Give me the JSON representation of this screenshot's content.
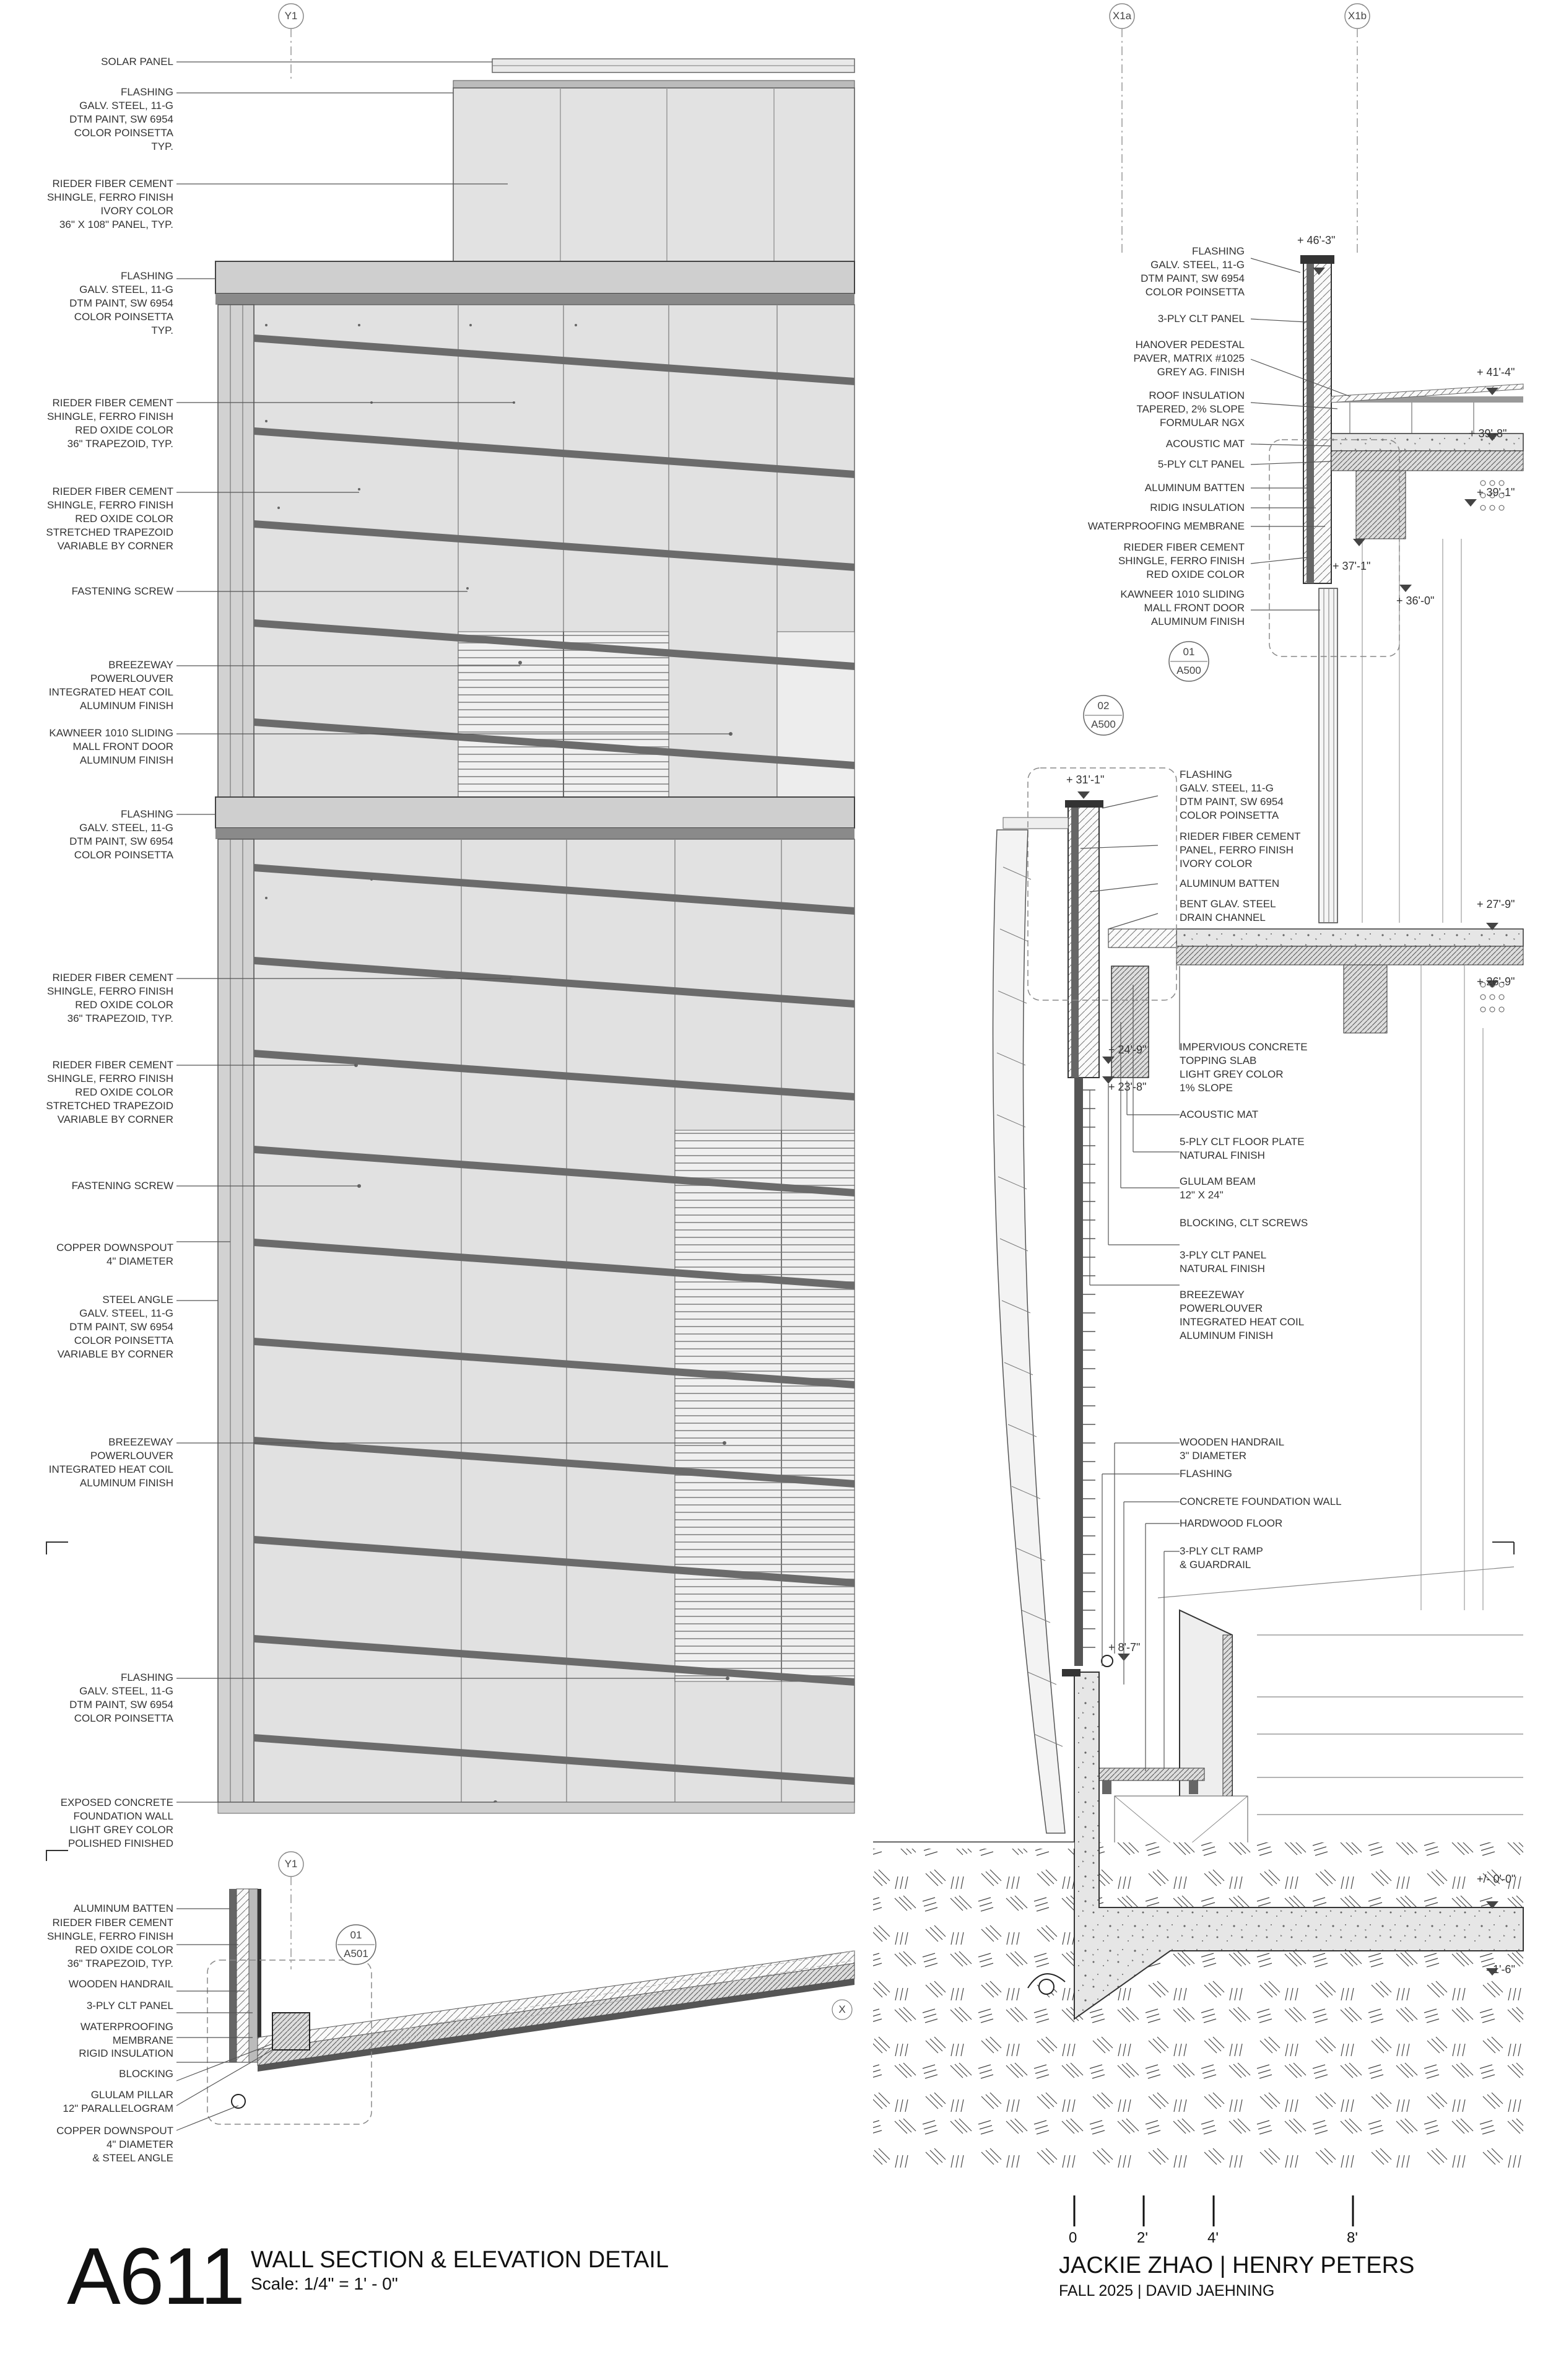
{
  "sheet": {
    "number": "A611",
    "title": "WALL SECTION & ELEVATION DETAIL",
    "scale": "Scale: 1/4\" = 1' - 0\"",
    "authors": "JACKIE ZHAO | HENRY PETERS",
    "course": "FALL 2025 | DAVID JAEHNING"
  },
  "grid_bubbles": {
    "elev_top": "Y1",
    "plan_top": "Y1",
    "section_a": "X1a",
    "section_b": "X1b"
  },
  "detail_refs": [
    {
      "num": "01",
      "sheet": "A501"
    },
    {
      "num": "01",
      "sheet": "A500"
    },
    {
      "num": "02",
      "sheet": "A500"
    }
  ],
  "plan_marker": "X",
  "left_labels": [
    [
      "SOLAR PANEL"
    ],
    [
      "FLASHING",
      "GALV. STEEL, 11-G",
      "DTM PAINT, SW 6954",
      "COLOR POINSETTA",
      "TYP."
    ],
    [
      "RIEDER FIBER CEMENT",
      "SHINGLE, FERRO FINISH",
      "IVORY COLOR",
      "36\" X 108\" PANEL, TYP."
    ],
    [
      "FLASHING",
      "GALV. STEEL, 11-G",
      "DTM PAINT, SW 6954",
      "COLOR POINSETTA",
      "TYP."
    ],
    [
      "RIEDER FIBER CEMENT",
      "SHINGLE, FERRO FINISH",
      "RED OXIDE COLOR",
      "36\" TRAPEZOID, TYP."
    ],
    [
      "RIEDER FIBER CEMENT",
      "SHINGLE, FERRO FINISH",
      "RED OXIDE COLOR",
      "STRETCHED TRAPEZOID",
      "VARIABLE BY CORNER"
    ],
    [
      "FASTENING SCREW"
    ],
    [
      "BREEZEWAY",
      "POWERLOUVER",
      "INTEGRATED HEAT COIL",
      "ALUMINUM FINISH"
    ],
    [
      "KAWNEER 1010 SLIDING",
      "MALL FRONT DOOR",
      "ALUMINUM FINISH"
    ],
    [
      "FLASHING",
      "GALV. STEEL, 11-G",
      "DTM PAINT, SW 6954",
      "COLOR POINSETTA"
    ],
    [
      "RIEDER FIBER CEMENT",
      "SHINGLE, FERRO FINISH",
      "RED OXIDE COLOR",
      "36\" TRAPEZOID, TYP."
    ],
    [
      "RIEDER FIBER CEMENT",
      "SHINGLE, FERRO FINISH",
      "RED OXIDE COLOR",
      "STRETCHED TRAPEZOID",
      "VARIABLE BY CORNER"
    ],
    [
      "FASTENING SCREW"
    ],
    [
      "COPPER DOWNSPOUT",
      "4\" DIAMETER"
    ],
    [
      "STEEL ANGLE",
      "GALV. STEEL, 11-G",
      "DTM PAINT, SW 6954",
      "COLOR POINSETTA",
      "VARIABLE BY CORNER"
    ],
    [
      "BREEZEWAY",
      "POWERLOUVER",
      "INTEGRATED HEAT COIL",
      "ALUMINUM FINISH"
    ],
    [
      "FLASHING",
      "GALV. STEEL, 11-G",
      "DTM PAINT, SW 6954",
      "COLOR POINSETTA"
    ],
    [
      "EXPOSED CONCRETE",
      "FOUNDATION WALL",
      "LIGHT GREY COLOR",
      "POLISHED FINISHED"
    ]
  ],
  "plan_labels": [
    [
      "ALUMINUM BATTEN"
    ],
    [
      "RIEDER FIBER CEMENT",
      "SHINGLE, FERRO FINISH",
      "RED OXIDE COLOR",
      "36\" TRAPEZOID, TYP."
    ],
    [
      "WOODEN HANDRAIL"
    ],
    [
      "3-PLY CLT PANEL"
    ],
    [
      "WATERPROOFING",
      "MEMBRANE"
    ],
    [
      "RIGID INSULATION"
    ],
    [
      "BLOCKING"
    ],
    [
      "GLULAM PILLAR",
      "12\" PARALLELOGRAM"
    ],
    [
      "COPPER DOWNSPOUT",
      "4\" DIAMETER",
      "& STEEL ANGLE"
    ]
  ],
  "roof_labels": [
    [
      "FLASHING",
      "GALV. STEEL, 11-G",
      "DTM PAINT, SW 6954",
      "COLOR POINSETTA"
    ],
    [
      "3-PLY CLT PANEL"
    ],
    [
      "HANOVER PEDESTAL",
      "PAVER, MATRIX #1025",
      "GREY AG. FINISH"
    ],
    [
      "ROOF INSULATION",
      "TAPERED, 2% SLOPE",
      "FORMULAR NGX"
    ],
    [
      "ACOUSTIC MAT"
    ],
    [
      "5-PLY CLT PANEL"
    ],
    [
      "ALUMINUM BATTEN"
    ],
    [
      "RIDIG INSULATION"
    ],
    [
      "WATERPROOFING MEMBRANE"
    ],
    [
      "RIEDER FIBER CEMENT",
      "SHINGLE, FERRO FINISH",
      "RED OXIDE COLOR"
    ],
    [
      "KAWNEER 1010 SLIDING",
      "MALL FRONT DOOR",
      "ALUMINUM FINISH"
    ]
  ],
  "section_labels": [
    [
      "FLASHING",
      "GALV. STEEL, 11-G",
      "DTM PAINT, SW 6954",
      "COLOR POINSETTA"
    ],
    [
      "RIEDER FIBER CEMENT",
      "PANEL, FERRO FINISH",
      "IVORY COLOR"
    ],
    [
      "ALUMINUM BATTEN"
    ],
    [
      "BENT GLAV. STEEL",
      "DRAIN CHANNEL"
    ],
    [
      "IMPERVIOUS CONCRETE",
      "TOPPING SLAB",
      "LIGHT GREY COLOR",
      "1% SLOPE"
    ],
    [
      "ACOUSTIC MAT"
    ],
    [
      "5-PLY CLT FLOOR PLATE",
      "NATURAL FINISH"
    ],
    [
      "GLULAM BEAM",
      "12\" X 24\""
    ],
    [
      "BLOCKING, CLT SCREWS"
    ],
    [
      "3-PLY CLT PANEL",
      "NATURAL FINISH"
    ],
    [
      "BREEZEWAY",
      "POWERLOUVER",
      "INTEGRATED HEAT COIL",
      "ALUMINUM FINISH"
    ],
    [
      "WOODEN HANDRAIL",
      "3\" DIAMETER"
    ],
    [
      "FLASHING"
    ],
    [
      "CONCRETE FOUNDATION WALL"
    ],
    [
      "HARDWOOD FLOOR"
    ],
    [
      "3-PLY CLT RAMP",
      "& GUARDRAIL"
    ]
  ],
  "levels": [
    "+ 46'-3\"",
    "+ 41'-4\"",
    "+ 39'-8\"",
    "+ 39'-1\"",
    "+ 37'-1\"",
    "+ 36'-0\"",
    "+ 31'-1\"",
    "+ 27'-9\"",
    "+ 26'-9\"",
    "+ 24'-9\"",
    "+ 23'-8\"",
    "+ 8'-7\"",
    "+/- 0'-0\"",
    "- 1'-6\""
  ],
  "scale_bar": [
    "0",
    "2'",
    "4'",
    "8'"
  ]
}
